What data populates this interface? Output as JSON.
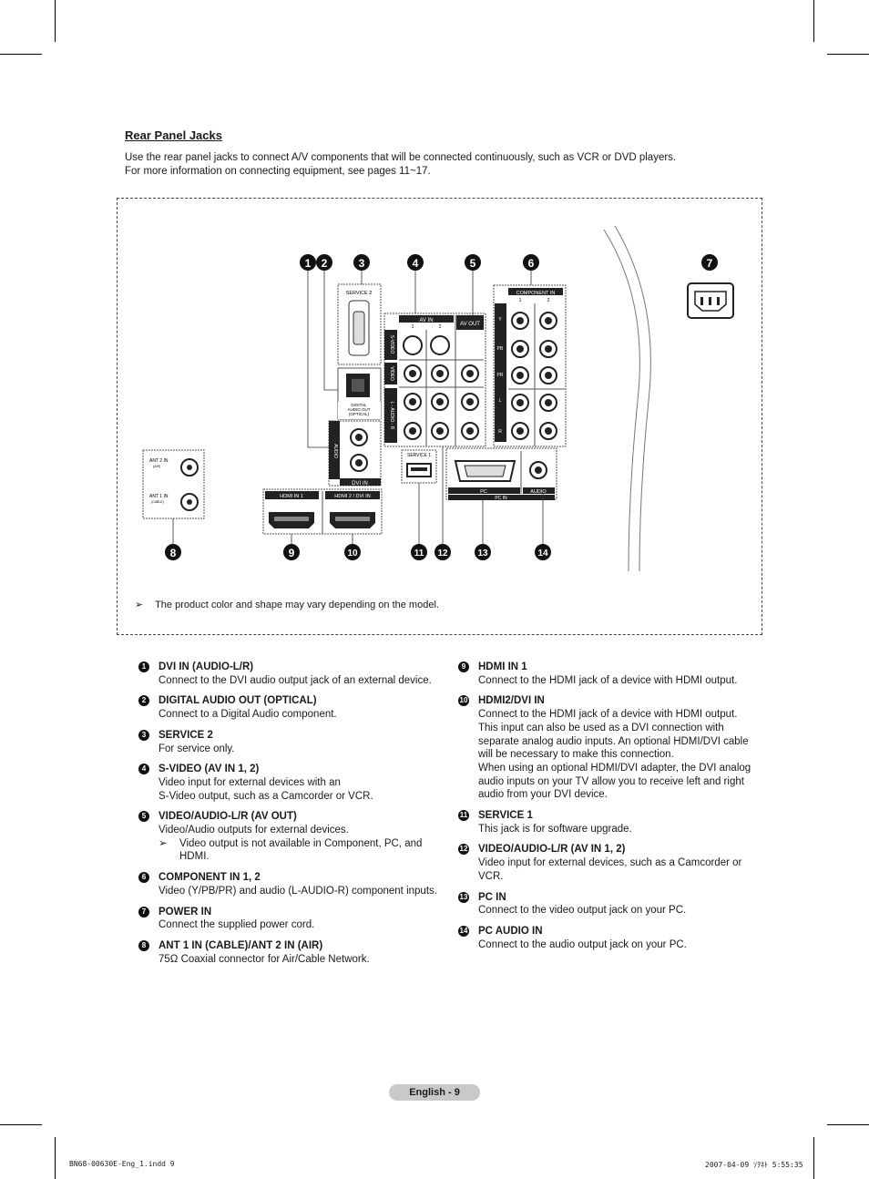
{
  "heading": "Rear Panel Jacks",
  "intro": [
    "Use the rear panel jacks to connect A/V components that will be connected continuously, such as VCR or DVD players.",
    "For more information on connecting equipment, see pages 11~17."
  ],
  "figure": {
    "callouts": [
      "1",
      "2",
      "3",
      "4",
      "5",
      "6",
      "7",
      "8",
      "9",
      "10",
      "11",
      "12",
      "13",
      "14"
    ],
    "panel_labels": {
      "service2": "SERVICE 2",
      "digital_audio_out_1": "DIGITAL",
      "digital_audio_out_2": "AUDIO OUT",
      "digital_audio_out_3": "(OPTICAL)",
      "audio": "AUDIO",
      "dvi_in": "DVI IN",
      "av_in": "AV IN",
      "av_in_1": "1",
      "av_in_2": "2",
      "av_out": "AV OUT",
      "s_video": "S-VIDEO",
      "video": "VIDEO",
      "l_audio_r": "L - AUDIO - R",
      "component_in": "COMPONENT IN",
      "component_1": "1",
      "component_2": "2",
      "comp_y": "Y",
      "comp_pb": "PB",
      "comp_pr": "PR",
      "comp_l": "L",
      "comp_r": "R",
      "ant2_in": "ANT 2 IN",
      "ant2_sub": "(AIR)",
      "ant1_in": "ANT 1 IN",
      "ant1_sub": "(CABLE)",
      "hdmi_in_1": "HDMI IN 1",
      "hdmi2_dvi_in": "HDMI 2 / DVI IN",
      "service1": "SERVICE 1",
      "pc": "PC",
      "audio2": "AUDIO",
      "pc_in": "PC IN",
      "jack_l": "L",
      "jack_r": "R"
    },
    "note_arrow": "➢",
    "note": "The product color and shape may vary depending on the model."
  },
  "items_left": [
    {
      "num": "1",
      "title": "DVI IN (AUDIO-L/R)",
      "desc": "Connect to the DVI audio output jack of an external device."
    },
    {
      "num": "2",
      "title": "DIGITAL AUDIO OUT (OPTICAL)",
      "desc": "Connect to a Digital Audio component."
    },
    {
      "num": "3",
      "title": "SERVICE 2",
      "desc": "For service only."
    },
    {
      "num": "4",
      "title": "S-VIDEO (AV IN 1, 2)",
      "desc": "Video input for external devices with an\nS-Video output, such as a Camcorder or VCR."
    },
    {
      "num": "5",
      "title": "VIDEO/AUDIO-L/R (AV OUT)",
      "desc": "Video/Audio outputs for external devices.",
      "note_arrow": "➢",
      "note": "Video output is not available in Component, PC, and HDMI."
    },
    {
      "num": "6",
      "title": "COMPONENT IN 1, 2",
      "desc": "Video (Y/PB/PR) and audio (L-AUDIO-R) component inputs."
    },
    {
      "num": "7",
      "title": "POWER IN",
      "desc": "Connect the supplied power cord."
    },
    {
      "num": "8",
      "title": "ANT 1 IN (CABLE)/ANT 2 IN (AIR)",
      "desc": "75Ω Coaxial connector for Air/Cable Network."
    }
  ],
  "items_right": [
    {
      "num": "9",
      "title": "HDMI IN 1",
      "desc": "Connect to the HDMI jack of a device with HDMI output."
    },
    {
      "num": "10",
      "title": "HDMI2/DVI IN",
      "desc": "Connect to the HDMI jack of a device with HDMI output.\nThis input can also be used as a DVI connection with\nseparate analog audio inputs. An optional HDMI/DVI cable\nwill be necessary to make this connection.\nWhen using an optional HDMI/DVI adapter, the DVI analog\naudio inputs on your TV allow you to receive left and right\naudio from your DVI device."
    },
    {
      "num": "11",
      "title": "SERVICE 1",
      "desc": "This jack is for software upgrade."
    },
    {
      "num": "12",
      "title": "VIDEO/AUDIO-L/R (AV IN 1, 2)",
      "desc": "Video input for external devices, such as a Camcorder or\nVCR."
    },
    {
      "num": "13",
      "title": "PC IN",
      "desc": "Connect to the video output jack on your PC."
    },
    {
      "num": "14",
      "title": "PC AUDIO IN",
      "desc": "Connect to the audio output jack on your PC."
    }
  ],
  "footer": {
    "page_label": "English - 9",
    "print_left": "BN68-00630E-Eng_1.indd   9",
    "print_right": "2007-04-09   ｿｦﾈﾄ 5:55:35"
  }
}
